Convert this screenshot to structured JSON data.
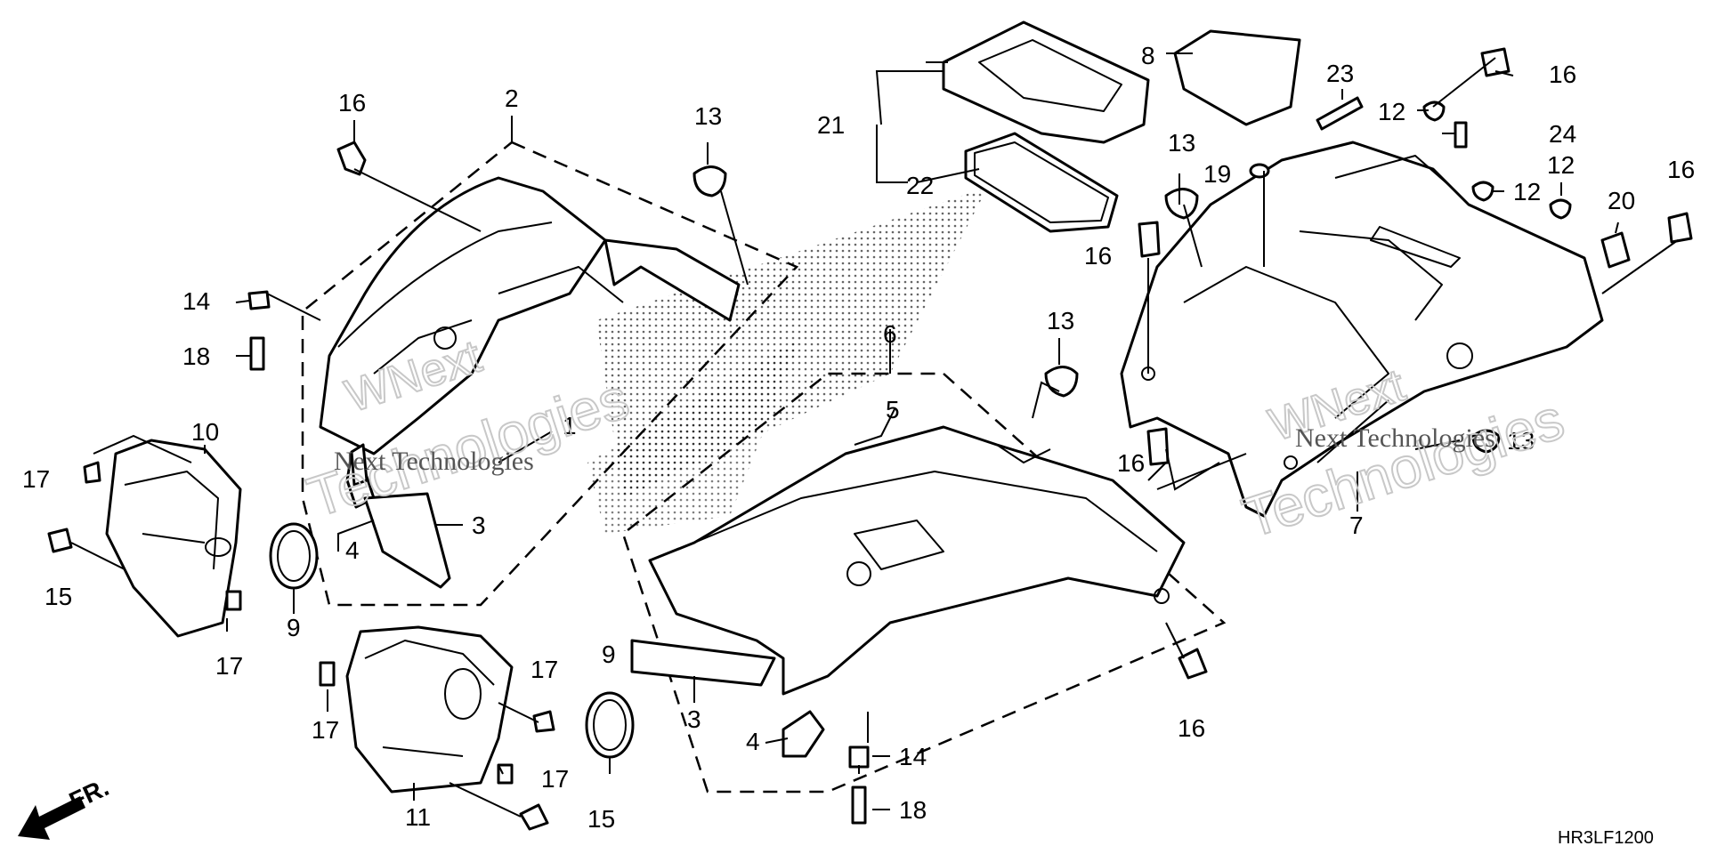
{
  "diagram_code": "HR3LF1200",
  "front_marker": "FR.",
  "watermark": {
    "brand": "WNext",
    "sub": "Technologies",
    "caption": "Next Technologies"
  },
  "callouts": {
    "c1": "1",
    "c2": "2",
    "c3a": "3",
    "c3b": "3",
    "c4a": "4",
    "c4b": "4",
    "c5": "5",
    "c6": "6",
    "c7": "7",
    "c8": "8",
    "c9a": "9",
    "c9b": "9",
    "c10": "10",
    "c11": "11",
    "c12a": "12",
    "c12b": "12",
    "c12c": "12",
    "c13a": "13",
    "c13b": "13",
    "c13c": "13",
    "c13d": "13",
    "c14a": "14",
    "c14b": "14",
    "c15a": "15",
    "c15b": "15",
    "c16a": "16",
    "c16b": "16",
    "c16c": "16",
    "c16d": "16",
    "c16e": "16",
    "c16f": "16",
    "c17a": "17",
    "c17b": "17",
    "c17c": "17",
    "c17d": "17",
    "c17e": "17",
    "c18a": "18",
    "c18b": "18",
    "c19": "19",
    "c20": "20",
    "c21": "21",
    "c22": "22",
    "c23": "23",
    "c24": "24"
  },
  "colors": {
    "line": "#000000",
    "background": "#ffffff",
    "watermark": "#c8c8c8"
  }
}
